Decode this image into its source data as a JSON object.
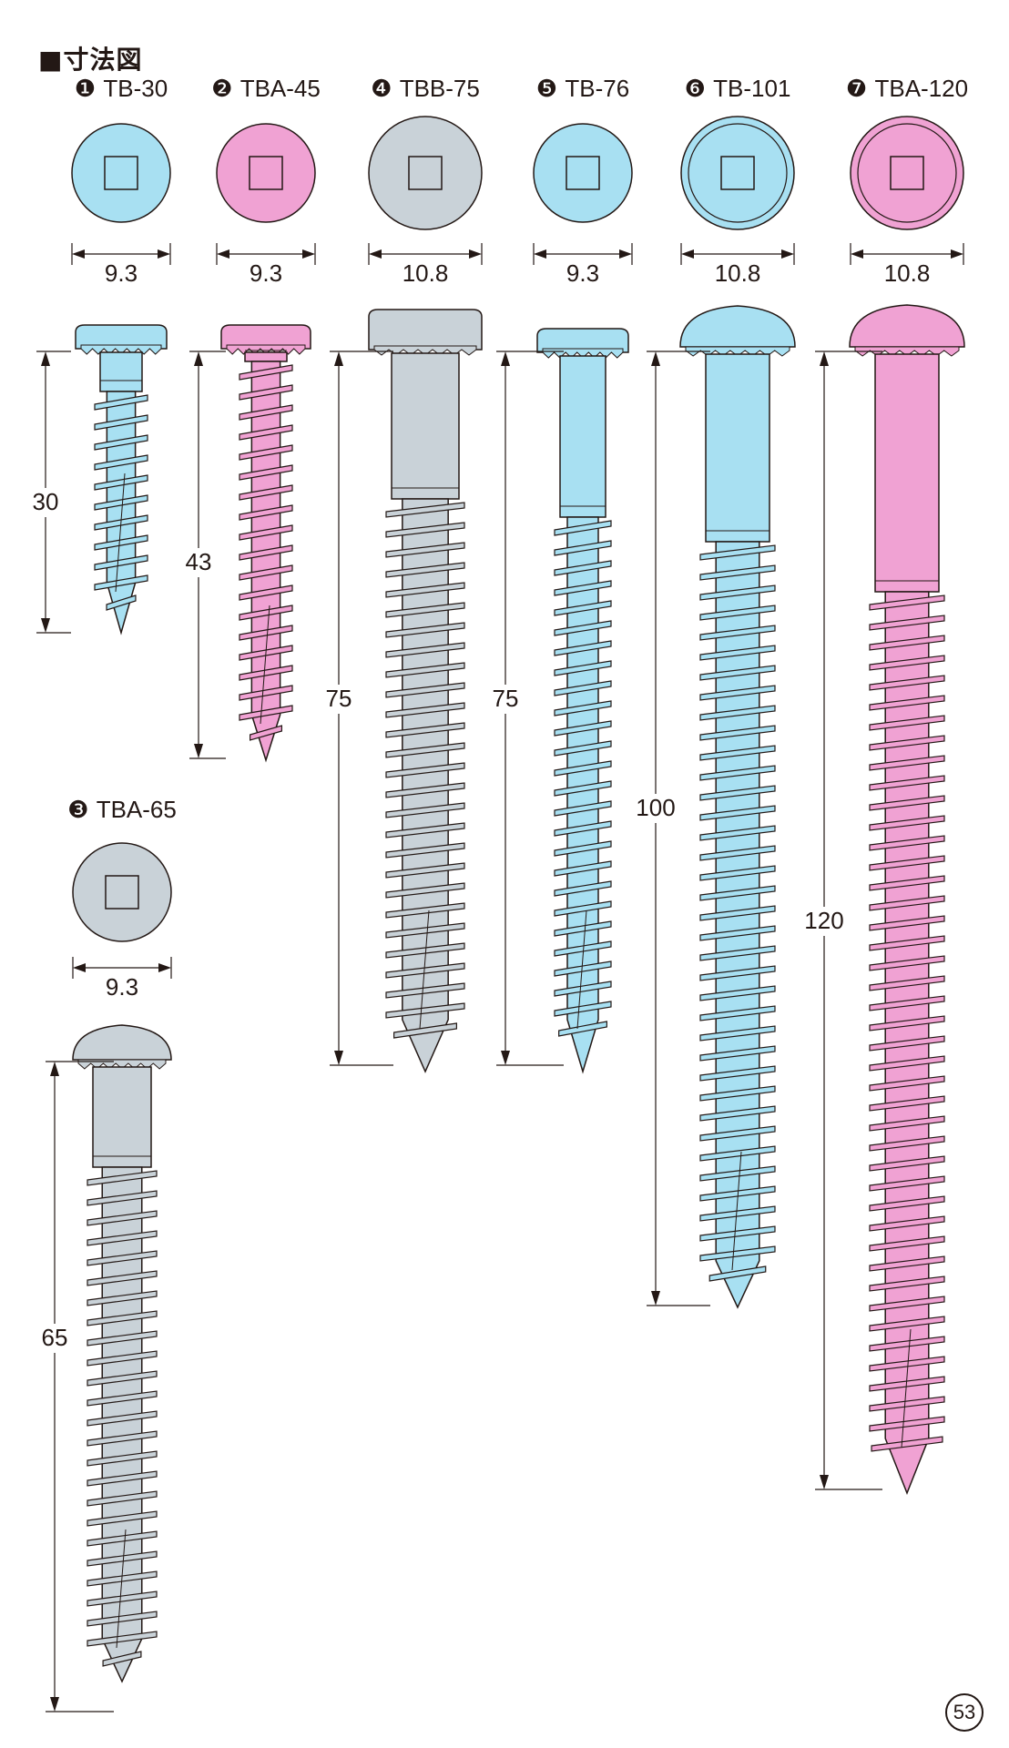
{
  "section_title": "■寸法図",
  "page_number": "53",
  "colors": {
    "blue": "#a8e0f2",
    "pink": "#f0a2d3",
    "gray": "#c9d2d8",
    "outline": "#231815"
  },
  "screws": [
    {
      "id": "1",
      "marker": "❶",
      "name": "TB-30",
      "color": "blue",
      "head_diameter": "9.3",
      "length": "30"
    },
    {
      "id": "2",
      "marker": "❷",
      "name": "TBA-45",
      "color": "pink",
      "head_diameter": "9.3",
      "length": "43"
    },
    {
      "id": "3",
      "marker": "❸",
      "name": "TBA-65",
      "color": "gray",
      "head_diameter": "9.3",
      "length": "65"
    },
    {
      "id": "4",
      "marker": "❹",
      "name": "TBB-75",
      "color": "gray",
      "head_diameter": "10.8",
      "length": "75"
    },
    {
      "id": "5",
      "marker": "❺",
      "name": "TB-76",
      "color": "blue",
      "head_diameter": "9.3",
      "length": "75"
    },
    {
      "id": "6",
      "marker": "❻",
      "name": "TB-101",
      "color": "blue",
      "head_diameter": "10.8",
      "length": "100"
    },
    {
      "id": "7",
      "marker": "❼",
      "name": "TBA-120",
      "color": "pink",
      "head_diameter": "10.8",
      "length": "120"
    }
  ]
}
